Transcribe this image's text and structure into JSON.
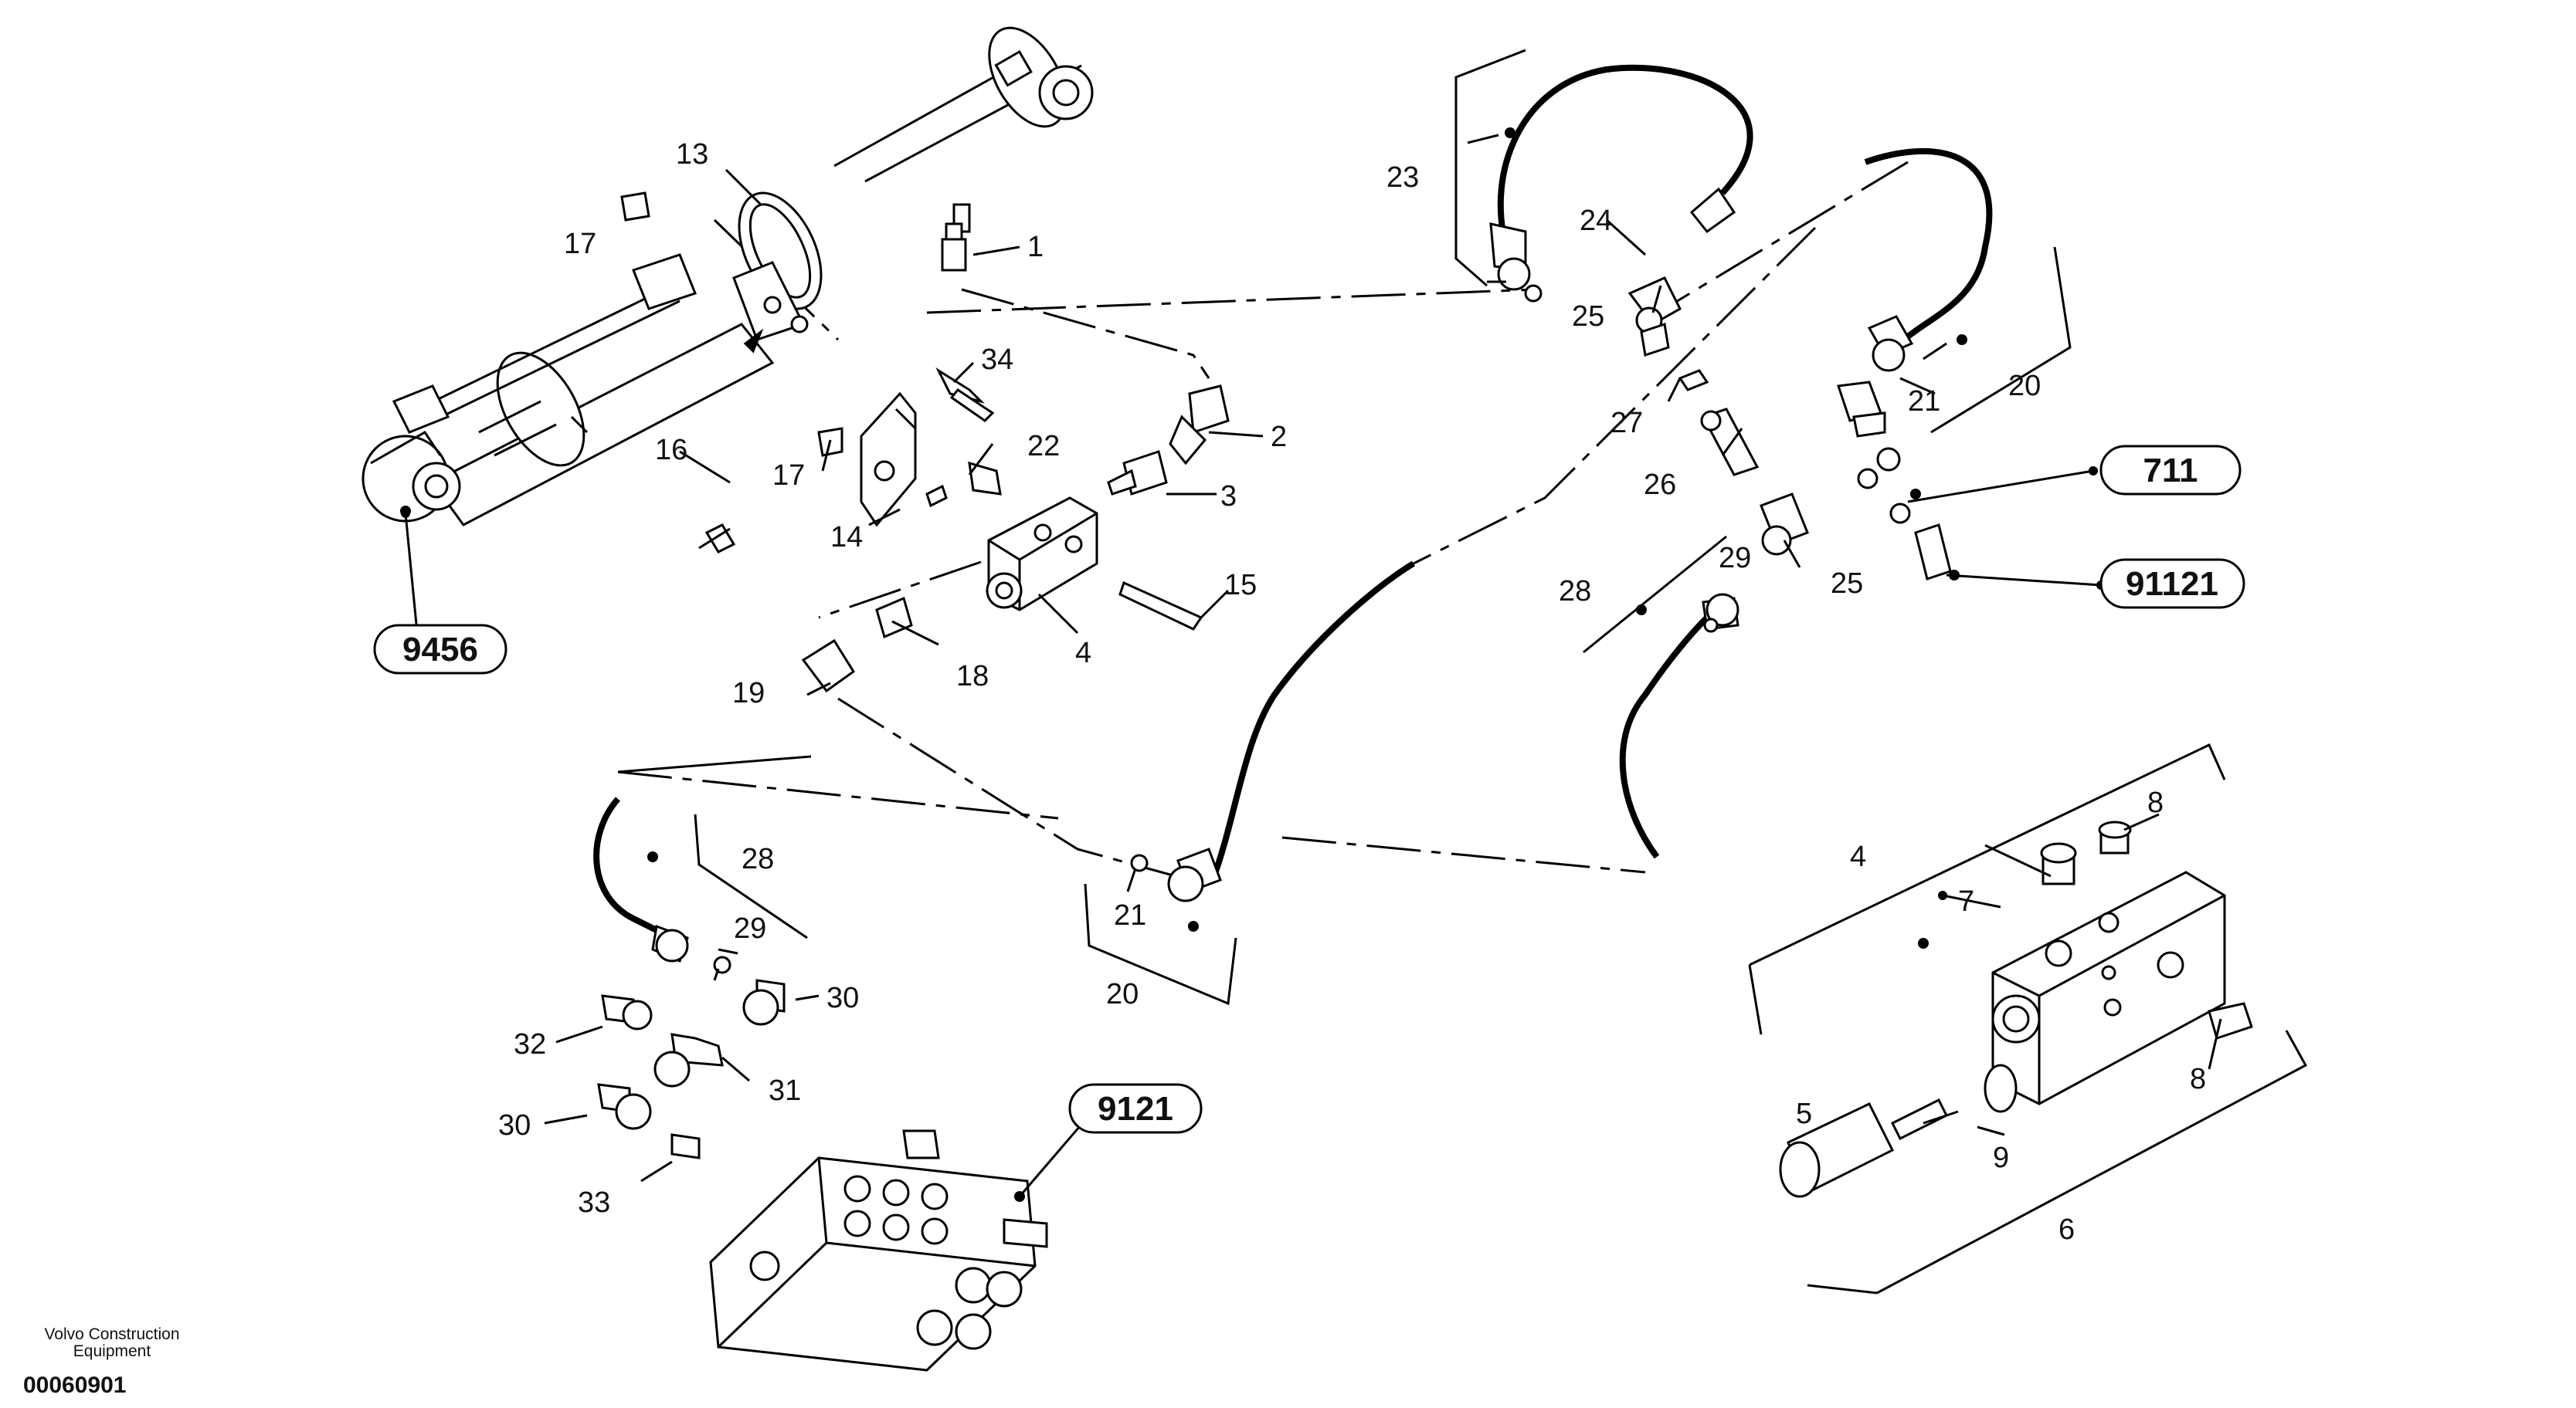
{
  "part_numbers": [
    "1",
    "2",
    "3",
    "4",
    "4",
    "5",
    "6",
    "7",
    "8",
    "8",
    "9",
    "13",
    "14",
    "15",
    "16",
    "17",
    "17",
    "18",
    "19",
    "20",
    "20",
    "21",
    "21",
    "22",
    "23",
    "24",
    "25",
    "25",
    "26",
    "27",
    "28",
    "28",
    "29",
    "29",
    "30",
    "30",
    "31",
    "32",
    "33",
    "34"
  ],
  "references": [
    "9456",
    "711",
    "91121",
    "9121"
  ],
  "footer": {
    "company": "Volvo Construction Equipment",
    "drawing_id": "00060901"
  }
}
